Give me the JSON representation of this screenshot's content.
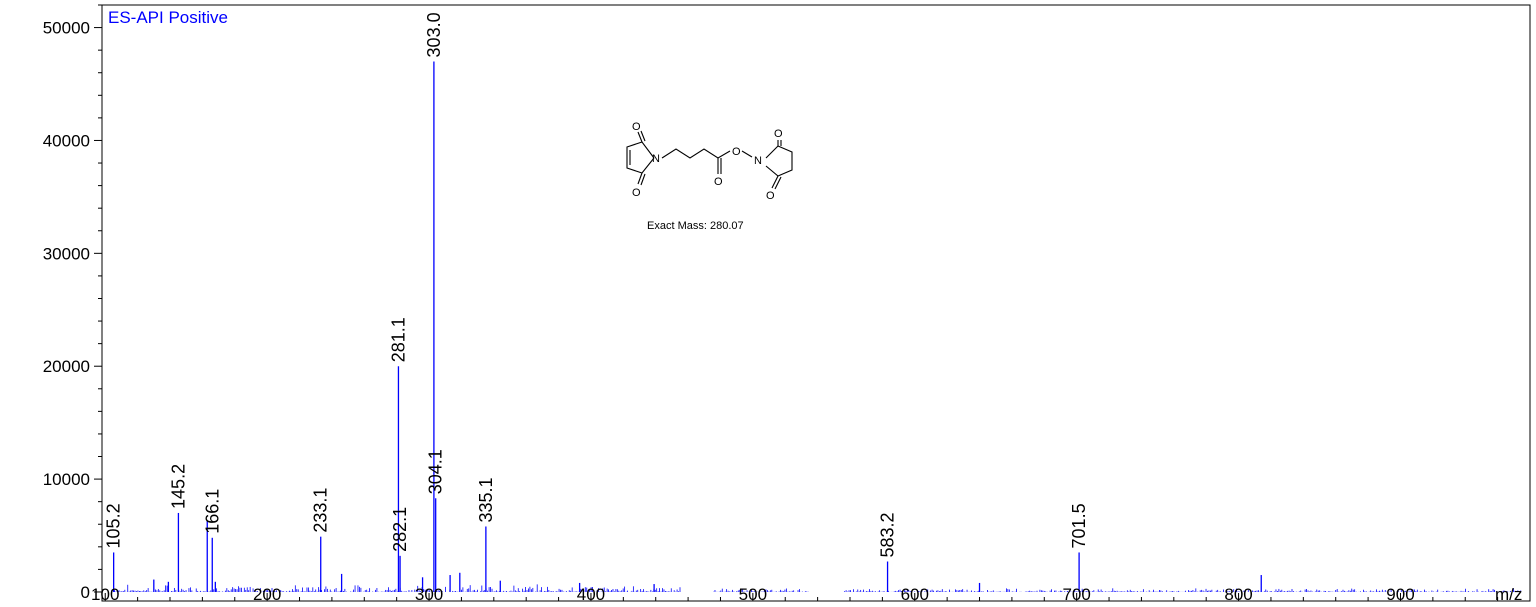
{
  "chart_data": {
    "type": "bar",
    "title": "ES-API Positive",
    "xlabel": "m/z",
    "ylabel": "",
    "xlim": [
      98,
      980
    ],
    "ylim": [
      -800,
      52000
    ],
    "x_ticks": [
      100,
      200,
      300,
      400,
      500,
      600,
      700,
      800,
      900
    ],
    "y_ticks": [
      0,
      10000,
      20000,
      30000,
      40000,
      50000
    ],
    "grid": false,
    "series_color": "#0000ff",
    "peaks": [
      {
        "mz": 105.2,
        "intensity": 3500,
        "label": "105.2"
      },
      {
        "mz": 145.2,
        "intensity": 7000,
        "label": "145.2"
      },
      {
        "mz": 163.0,
        "intensity": 6300,
        "label": ""
      },
      {
        "mz": 166.1,
        "intensity": 4800,
        "label": "166.1"
      },
      {
        "mz": 233.1,
        "intensity": 4900,
        "label": "233.1"
      },
      {
        "mz": 281.1,
        "intensity": 20000,
        "label": "281.1"
      },
      {
        "mz": 282.1,
        "intensity": 3200,
        "label": "282.1"
      },
      {
        "mz": 303.0,
        "intensity": 47000,
        "label": "303.0"
      },
      {
        "mz": 304.1,
        "intensity": 8300,
        "label": "304.1"
      },
      {
        "mz": 335.1,
        "intensity": 5800,
        "label": "335.1"
      },
      {
        "mz": 583.2,
        "intensity": 2700,
        "label": "583.2"
      },
      {
        "mz": 701.5,
        "intensity": 3500,
        "label": "701.5"
      }
    ],
    "minor_peaks": [
      {
        "mz": 130.0,
        "intensity": 1100
      },
      {
        "mz": 139.0,
        "intensity": 900
      },
      {
        "mz": 168.0,
        "intensity": 900
      },
      {
        "mz": 246.0,
        "intensity": 1600
      },
      {
        "mz": 296.0,
        "intensity": 1300
      },
      {
        "mz": 313.0,
        "intensity": 1500
      },
      {
        "mz": 319.0,
        "intensity": 1700
      },
      {
        "mz": 344.0,
        "intensity": 1000
      },
      {
        "mz": 393.0,
        "intensity": 800
      },
      {
        "mz": 439.0,
        "intensity": 700
      },
      {
        "mz": 640.0,
        "intensity": 800
      },
      {
        "mz": 814.0,
        "intensity": 1500
      }
    ],
    "annotations": {
      "structure_label": "Exact Mass: 280.07",
      "atoms": [
        "O",
        "N",
        "O",
        "O",
        "O",
        "N",
        "O",
        "O"
      ]
    }
  }
}
